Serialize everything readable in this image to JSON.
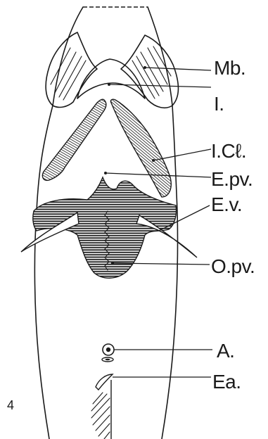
{
  "figure": {
    "number": "4",
    "labels": {
      "mb": "Mb.",
      "i": "I.",
      "icl": "I.Cℓ.",
      "epv": "E.pv.",
      "ev": "E.v.",
      "opv": "O.pv.",
      "a": "A.",
      "ea": "Ea."
    }
  }
}
